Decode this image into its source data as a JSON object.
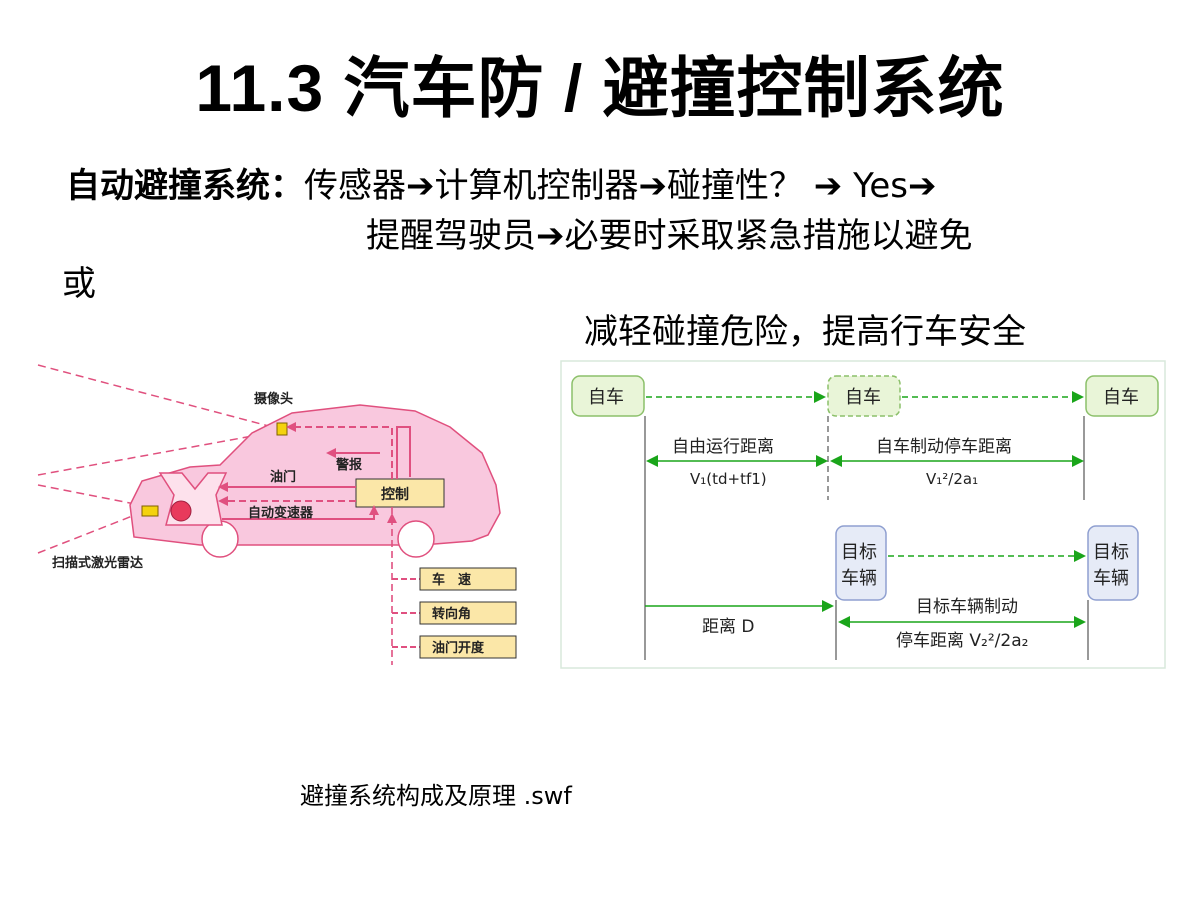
{
  "slide": {
    "title": "11.3  汽车防 / 避撞控制系统",
    "line1_label": "自动避撞系统：",
    "line1_text": "传感器➔计算机控制器➔碰撞性？ ➔ Yes➔",
    "line2_text": "提醒驾驶员➔必要时采取紧急措施以避免",
    "line3_text": "或",
    "line4_text": "减轻碰撞危险，提高行车安全",
    "caption": "避撞系统构成及原理 .swf"
  },
  "car_diagram": {
    "camera": "摄像头",
    "alarm": "警报",
    "throttle": "油门",
    "control": "控制",
    "auto_trans": "自动变速器",
    "lidar": "扫描式激光雷达",
    "inputs": [
      "车　速",
      "转向角",
      "油门开度"
    ]
  },
  "distance_diagram": {
    "self_car": "自车",
    "target_car_line1": "目标",
    "target_car_line2": "车辆",
    "free_run": "自由运行距离",
    "free_run_formula": "V₁(td+tf1)",
    "self_brake": "自车制动停车距离",
    "self_brake_formula": "V₁²/2a₁",
    "distance_d": "距离 D",
    "target_brake_line1": "目标车辆制动",
    "target_brake_line2": "停车距离 V₂²/2a₂"
  },
  "colors": {
    "car_fill": "#f9c8de",
    "car_outline": "#e0507e",
    "label_box": "#fbe7a8",
    "green": "#1aa51a",
    "self_box_fill": "#e9f5d8",
    "target_box_fill": "#e6ebf7"
  }
}
